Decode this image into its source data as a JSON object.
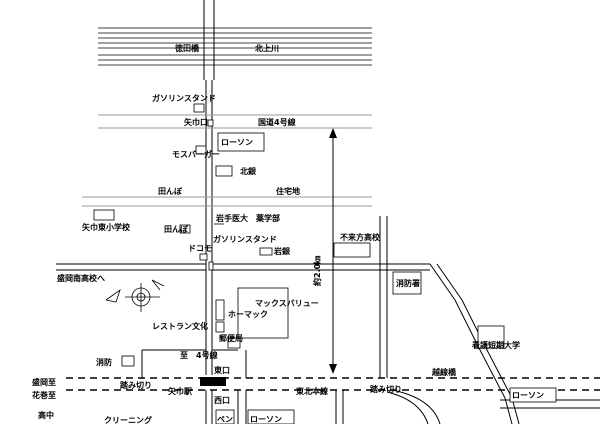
{
  "map": {
    "labels": {
      "bridge": "徳田橋",
      "river": "北上川",
      "gas_station_top": "ガソリンスタンド",
      "yahaba_crossing": "矢巾口",
      "route4": "国道4号線",
      "lawson_top": "ローソン",
      "mos_burger": "モスバーガー",
      "hokugin": "北銀",
      "rice_field_1": "田んぼ",
      "residential": "住宅地",
      "yahaba_east_elem": "矢巾東小学校",
      "rice_field_2": "田んぼ",
      "iwate_medical_pharmacy": "岩手医大　薬学部",
      "fudaikata_high": "不来方高校",
      "docomo": "ドコモ",
      "gas_station_mid": "ガソリンスタンド",
      "iwagin": "岩銀",
      "to_morioka_minami_high": "盛岡南高校へ",
      "fire_station_right": "消防署",
      "approx_distance": "約2.0㎞",
      "max_value": "マックスバリュー",
      "homac": "ホーマック",
      "restaurant_bunka": "レストラン文化",
      "post_office": "郵便局",
      "nursing_univ": "看護短期大学",
      "to_route4": "至　4号線",
      "fire_left": "消防",
      "east_exit": "東口",
      "koshisen": "越線橋",
      "crossing_left": "踏み切り",
      "yahaba_station": "矢巾駅",
      "tohoku_line": "東北本線",
      "crossing_right": "踏み切り",
      "morioka_to": "盛岡至",
      "west_exit": "西口",
      "lawson_right": "ローソン",
      "hanamaki_to": "花巻至",
      "high_mid": "高中",
      "cleaning": "クリーニング",
      "pen": "ペン",
      "lawson_bottom": "ローソン"
    }
  }
}
